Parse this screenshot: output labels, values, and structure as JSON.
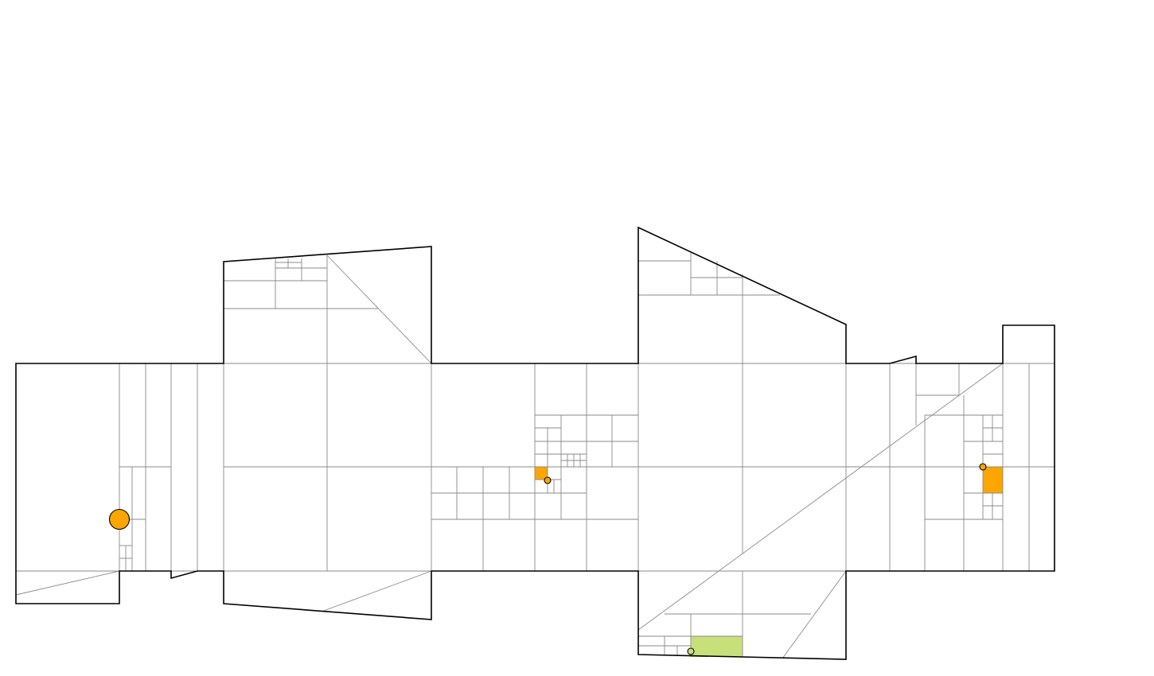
{
  "diagram": {
    "kind": "spatial-subdivision-floorplan",
    "colors": {
      "background": "#ffffff",
      "outline": "#000000",
      "grid_line": "#8a8a8a",
      "highlight_orange": "#FFA500",
      "highlight_green": "#C8E07A",
      "marker_fill_orange": "#FFA500",
      "marker_fill_green": "#C8E07A"
    },
    "highlighted_cells": [
      {
        "id": "cell-a",
        "color": "orange"
      },
      {
        "id": "cell-b",
        "color": "orange"
      },
      {
        "id": "cell-c",
        "color": "green"
      }
    ],
    "markers": [
      {
        "id": "marker-large",
        "color": "orange"
      },
      {
        "id": "marker-mid",
        "color": "orange"
      },
      {
        "id": "marker-right",
        "color": "orange"
      },
      {
        "id": "marker-bottom",
        "color": "green"
      }
    ]
  }
}
